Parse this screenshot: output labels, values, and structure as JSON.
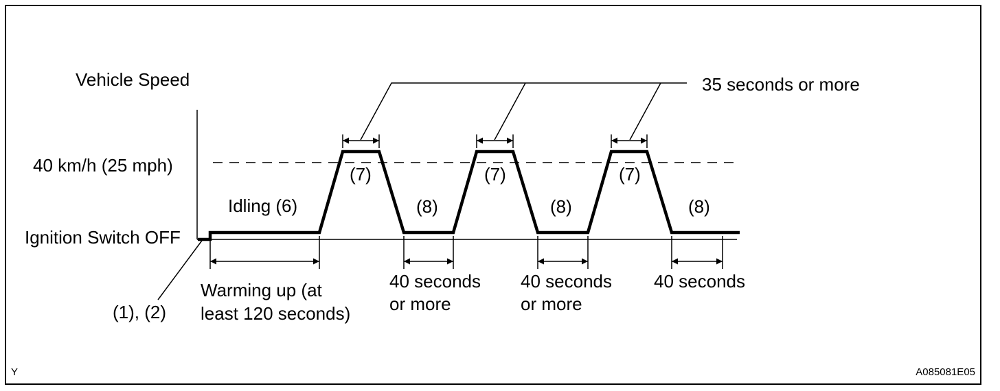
{
  "labels": {
    "vehicle_speed": "Vehicle Speed",
    "speed_level": "40 km/h (25 mph)",
    "ignition_off": "Ignition Switch OFF",
    "idling": "Idling (6)",
    "step_7": "(7)",
    "step_8": "(8)",
    "steps_1_2": "(1), (2)",
    "seconds_35": "35 seconds or more",
    "warming_line1": "Warming up (at",
    "warming_line2": "least 120 seconds)",
    "sec40_line1": "40 seconds",
    "sec40_line2": "or more",
    "sec40_last": "40 seconds",
    "corner_code": "Y",
    "figure_id": "A085081E05"
  }
}
